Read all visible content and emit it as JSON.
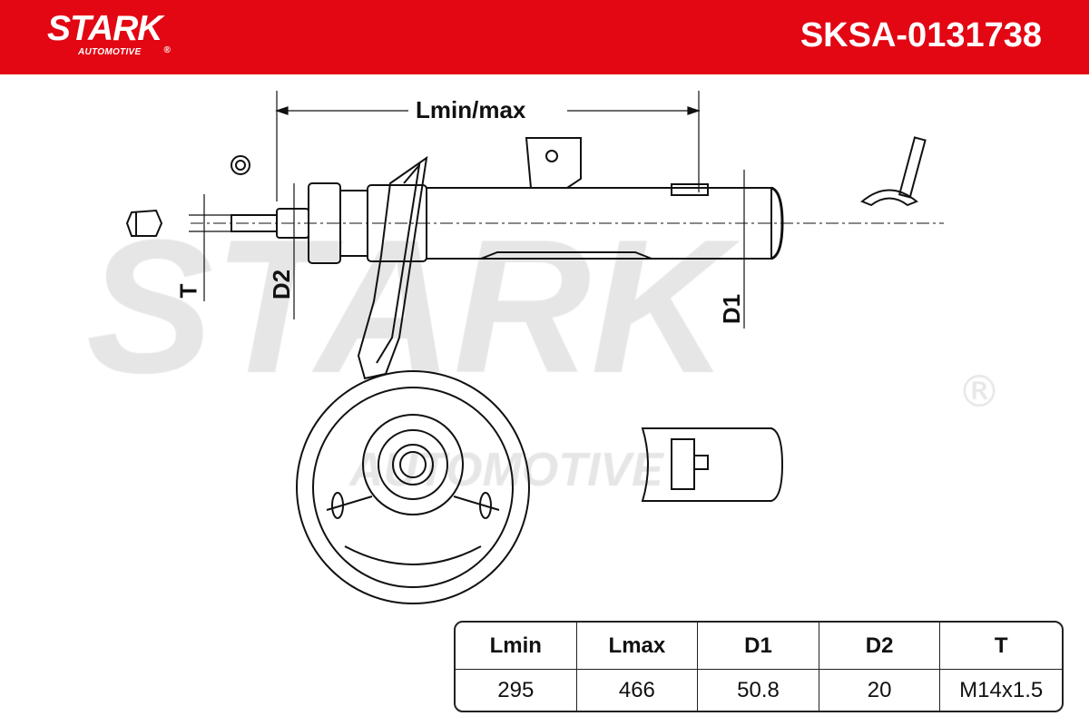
{
  "header": {
    "brand": "STARK",
    "brand_sub": "AUTOMOTIVE",
    "registered_mark": "®",
    "part_number": "SKSA-0131738",
    "color": "#e30613"
  },
  "watermark": {
    "main": "STARK",
    "sub": "AUTOMOTIVE",
    "reg": "®"
  },
  "dimensions": {
    "length_label": "Lmin/max",
    "d1_label": "D1",
    "d2_label": "D2",
    "t_label": "T"
  },
  "spec_table": {
    "headers": [
      "Lmin",
      "Lmax",
      "D1",
      "D2",
      "T"
    ],
    "values": [
      "295",
      "466",
      "50.8",
      "20",
      "M14x1.5"
    ]
  }
}
